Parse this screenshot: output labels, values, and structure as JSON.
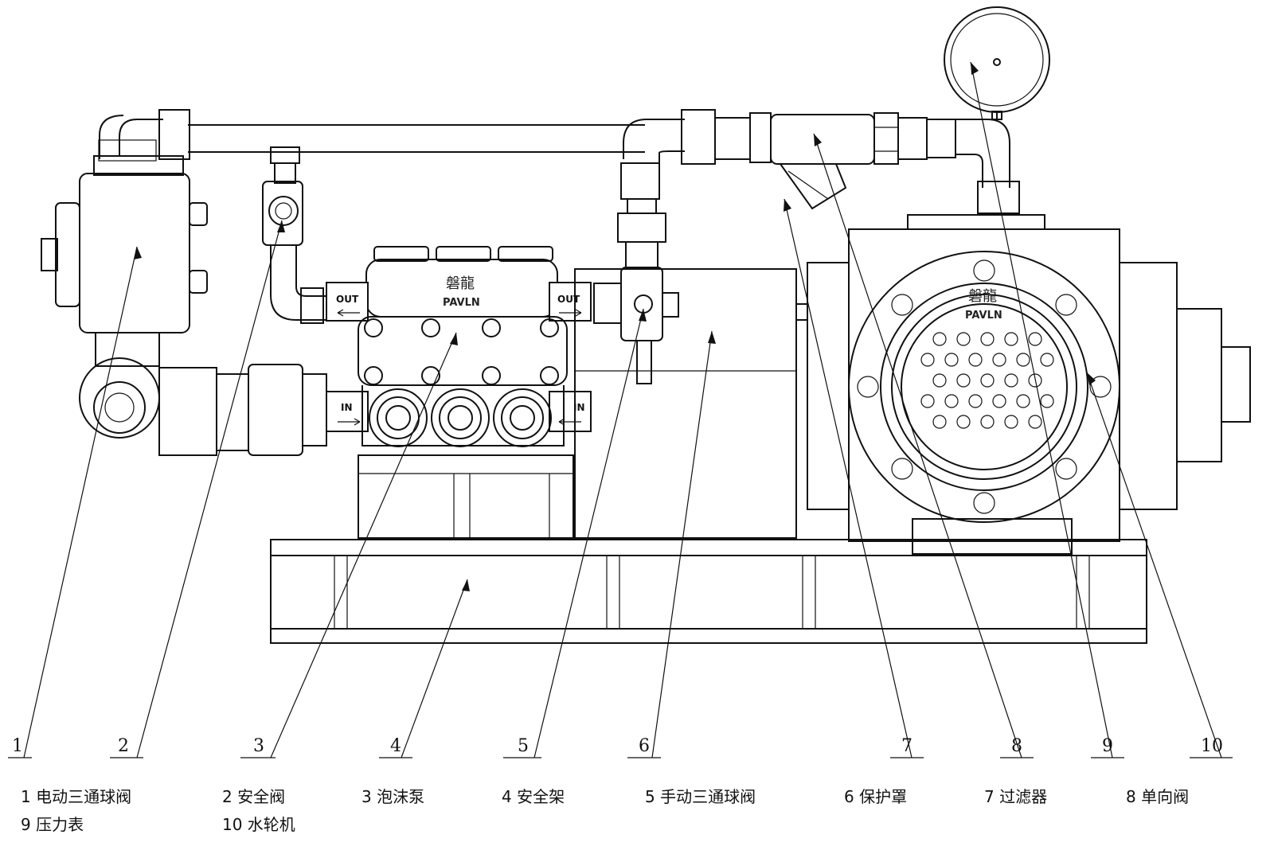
{
  "callouts": [
    "1",
    "2",
    "3",
    "4",
    "5",
    "6",
    "7",
    "8",
    "9",
    "10"
  ],
  "legend": {
    "row1": [
      "1 电动三通球阀",
      "2 安全阀",
      "3 泡沫泵",
      "4 安全架",
      "5 手动三通球阀",
      "6 保护罩",
      "7 过滤器",
      "8 单向阀"
    ],
    "row2": [
      "9 压力表",
      "10 水轮机"
    ]
  },
  "pump_labels": {
    "out_left": "OUT",
    "out_right": "OUT",
    "in_left": "IN",
    "in_right": "IN"
  },
  "brand": {
    "chinese": "磐龍",
    "latin": "PAVLN"
  }
}
